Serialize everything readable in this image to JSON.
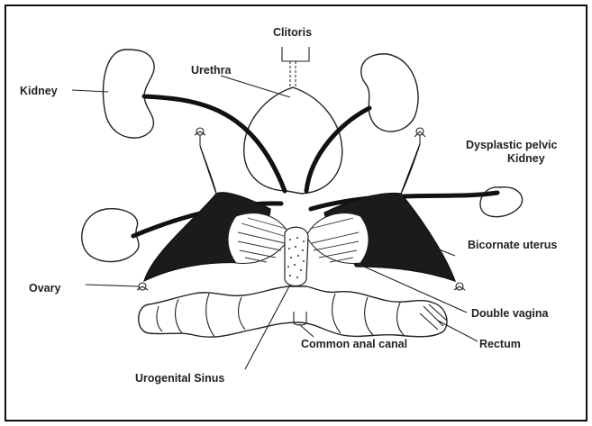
{
  "labels": {
    "clitoris": "Clitoris",
    "urethra": "Urethra",
    "kidney": "Kidney",
    "dysplastic_kidney_line1": "Dysplastic pelvic",
    "dysplastic_kidney_line2": "Kidney",
    "bicornate_uterus": "Bicornate uterus",
    "ovary": "Ovary",
    "double_vagina": "Double vagina",
    "common_anal_canal": "Common anal canal",
    "rectum": "Rectum",
    "urogenital_sinus": "Urogenital Sinus"
  }
}
